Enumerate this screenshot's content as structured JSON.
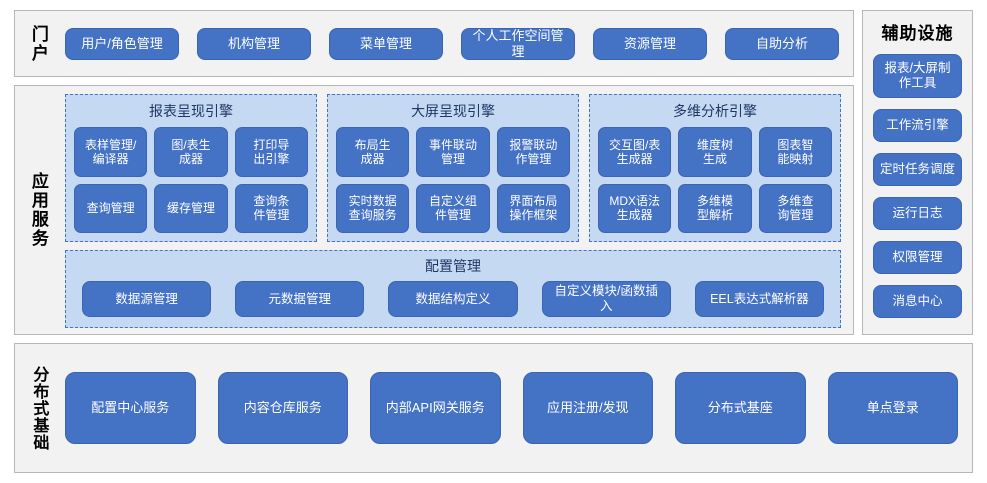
{
  "portal": {
    "label": "门户",
    "items": [
      {
        "label": "用户/角色管理"
      },
      {
        "label": "机构管理"
      },
      {
        "label": "菜单管理"
      },
      {
        "label": "个人工作空间管理"
      },
      {
        "label": "资源管理"
      },
      {
        "label": "自助分析"
      }
    ]
  },
  "aux": {
    "title": "辅助设施",
    "items": [
      {
        "label": "报表/大屏制\n作工具"
      },
      {
        "label": "工作流引擎"
      },
      {
        "label": "定时任务调度"
      },
      {
        "label": "运行日志"
      },
      {
        "label": "权限管理"
      },
      {
        "label": "消息中心"
      }
    ]
  },
  "app_services": {
    "label": "应用服务",
    "engines": [
      {
        "title": "报表呈现引擎",
        "items": [
          {
            "label": "表样管理/\n编译器"
          },
          {
            "label": "图/表生\n成器"
          },
          {
            "label": "打印导\n出引擎"
          },
          {
            "label": "查询管理"
          },
          {
            "label": "缓存管理"
          },
          {
            "label": "查询条\n件管理"
          }
        ]
      },
      {
        "title": "大屏呈现引擎",
        "items": [
          {
            "label": "布局生\n成器"
          },
          {
            "label": "事件联动\n管理"
          },
          {
            "label": "报警联动\n作管理"
          },
          {
            "label": "实时数据\n查询服务"
          },
          {
            "label": "自定义组\n件管理"
          },
          {
            "label": "界面布局\n操作框架"
          }
        ]
      },
      {
        "title": "多维分析引擎",
        "items": [
          {
            "label": "交互图/表\n生成器"
          },
          {
            "label": "维度树\n生成"
          },
          {
            "label": "图表智\n能映射"
          },
          {
            "label": "MDX语法\n生成器"
          },
          {
            "label": "多维模\n型解析"
          },
          {
            "label": "多维查\n询管理"
          }
        ]
      }
    ],
    "config": {
      "title": "配置管理",
      "items": [
        {
          "label": "数据源管理"
        },
        {
          "label": "元数据管理"
        },
        {
          "label": "数据结构定义"
        },
        {
          "label": "自定义模块/函数插入"
        },
        {
          "label": "EEL表达式解析器"
        }
      ]
    }
  },
  "distributed": {
    "label": "分布式基础",
    "items": [
      {
        "label": "配置中心服务"
      },
      {
        "label": "内容仓库服务"
      },
      {
        "label": "内部API网关服务"
      },
      {
        "label": "应用注册/发现"
      },
      {
        "label": "分布式基座"
      },
      {
        "label": "单点登录"
      }
    ]
  },
  "colors": {
    "button_blue": "#4472C4",
    "group_blue": "#C5D9F3",
    "panel_gray": "#F2F2F2",
    "panel_border": "#B7B7B7",
    "title_text": "#1F3864"
  }
}
